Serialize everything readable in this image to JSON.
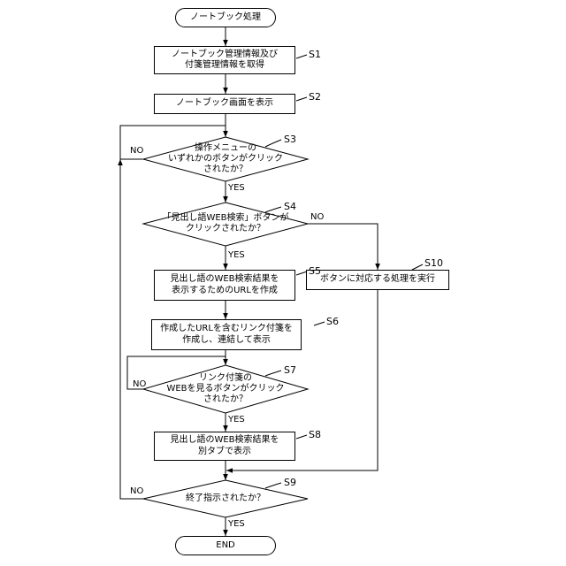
{
  "start": {
    "label": "ノートブック処理"
  },
  "end": {
    "label": "END"
  },
  "steps": {
    "s1": {
      "id": "S1",
      "lines": [
        "ノートブック管理情報及び",
        "付箋管理情報を取得"
      ]
    },
    "s2": {
      "id": "S2",
      "lines": [
        "ノートブック画面を表示"
      ]
    },
    "s3": {
      "id": "S3",
      "lines": [
        "操作メニューの",
        "いずれかのボタンがクリック",
        "されたか？"
      ]
    },
    "s4": {
      "id": "S4",
      "lines": [
        "「見出し語WEB検索」ボタンが",
        "クリックされたか？"
      ]
    },
    "s5": {
      "id": "S5",
      "lines": [
        "見出し語のWEB検索結果を",
        "表示するためのURLを作成"
      ]
    },
    "s6": {
      "id": "S6",
      "lines": [
        "作成したURLを含むリンク付箋を",
        "作成し、連結して表示"
      ]
    },
    "s7": {
      "id": "S7",
      "lines": [
        "リンク付箋の",
        "WEBを見るボタンがクリック",
        "されたか？"
      ]
    },
    "s8": {
      "id": "S8",
      "lines": [
        "見出し語のWEB検索結果を",
        "別タブで表示"
      ]
    },
    "s9": {
      "id": "S9",
      "lines": [
        "終了指示されたか？"
      ]
    },
    "s10": {
      "id": "S10",
      "lines": [
        "ボタンに対応する処理を実行"
      ]
    }
  },
  "branch_labels": {
    "s3_no": "NO",
    "s3_yes": "YES",
    "s4_no": "NO",
    "s4_yes": "YES",
    "s7_no": "NO",
    "s7_yes": "YES",
    "s9_no": "NO",
    "s9_yes": "YES"
  }
}
